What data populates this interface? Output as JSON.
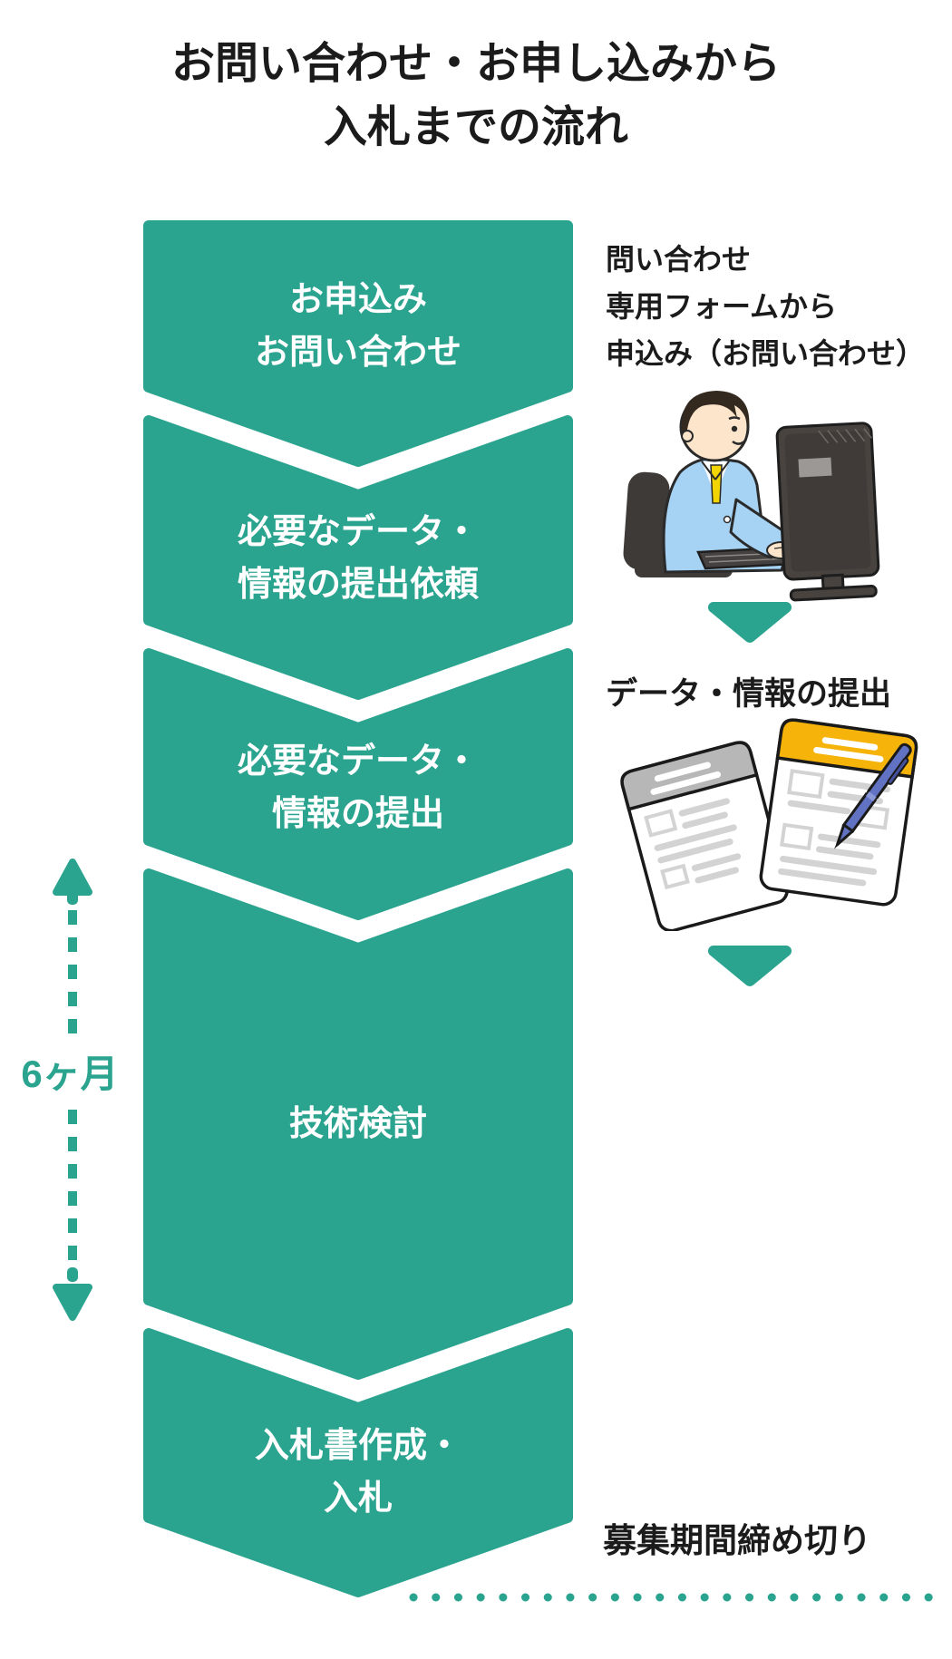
{
  "title": {
    "line1": "お問い合わせ・お申し込みから",
    "line2": "入札までの流れ"
  },
  "flow_steps": [
    {
      "line1": "お申込み",
      "line2": "お問い合わせ"
    },
    {
      "line1": "必要なデータ・",
      "line2": "情報の提出依頼"
    },
    {
      "line1": "必要なデータ・",
      "line2": "情報の提出"
    },
    {
      "line1": "技術検討",
      "line2": ""
    },
    {
      "line1": "入札書作成・",
      "line2": "入札"
    }
  ],
  "duration_label": "6ヶ月",
  "annotations": {
    "inquiry_line1": "問い合わせ",
    "inquiry_line2": "専用フォームから",
    "inquiry_line3": "申込み（お問い合わせ）",
    "data_submission": "データ・情報の提出",
    "deadline": "募集期間締め切り"
  },
  "icons": {
    "down_arrow": "down-triangle-icon",
    "duration_arrow": "double-headed-dashed-arrow-icon",
    "person_at_computer": "person-at-computer-illustration",
    "documents_and_pen": "documents-and-pen-illustration",
    "deadline_dots": "dotted-line"
  },
  "colors": {
    "accent_teal": "#2AA38F",
    "text_black": "#1B1B1B",
    "doc_header_yellow": "#F6B40B",
    "doc_header_gray": "#B7B7B7",
    "pen_blue": "#6272C3",
    "suit_blue": "#A6D2F3",
    "tie_yellow": "#F2D500",
    "monitor_gray": "#48433F"
  }
}
